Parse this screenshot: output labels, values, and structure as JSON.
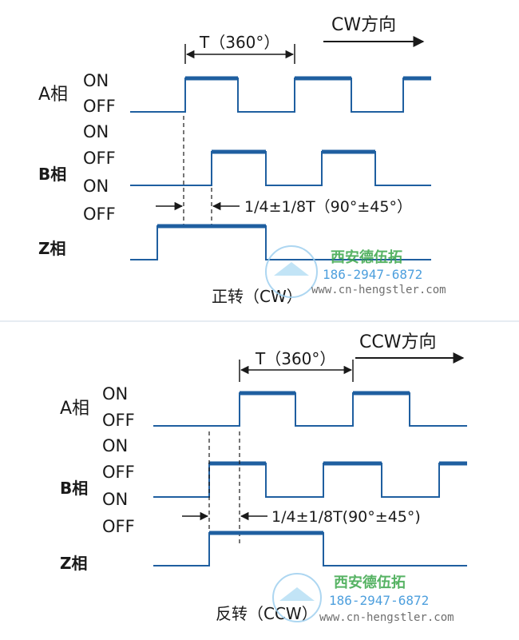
{
  "colors": {
    "wave_high": "#1f5fa0",
    "wave_low": "#1f5fa0",
    "text": "#1a1a1a",
    "watermark_green": "#3aa64a",
    "watermark_blue": "#2f8fd8"
  },
  "forward": {
    "direction_label": "CW方向",
    "period_label": "T（360°）",
    "phase_label": "1/4±1/8T（90°±45°）",
    "caption": "正转（CW）",
    "a_phase": "A相",
    "b_phase": "B相",
    "z_phase": "Z相",
    "on": "ON",
    "off": "OFF",
    "on2": "ON",
    "off2": "OFF",
    "on3": "ON",
    "off3": "OFF"
  },
  "reverse": {
    "direction_label": "CCW方向",
    "period_label": "T（360°）",
    "phase_label": "1/4±1/8T(90°±45°)",
    "caption": "反转（CCW）",
    "a_phase": "A相",
    "b_phase": "B相",
    "z_phase": "Z相",
    "on": "ON",
    "off": "OFF",
    "on2": "ON",
    "off2": "OFF",
    "on3": "ON",
    "off3": "OFF"
  },
  "watermark": {
    "company": "西安德伍拓",
    "phone": "186-2947-6872",
    "url": "www.cn-hengstler.com"
  }
}
